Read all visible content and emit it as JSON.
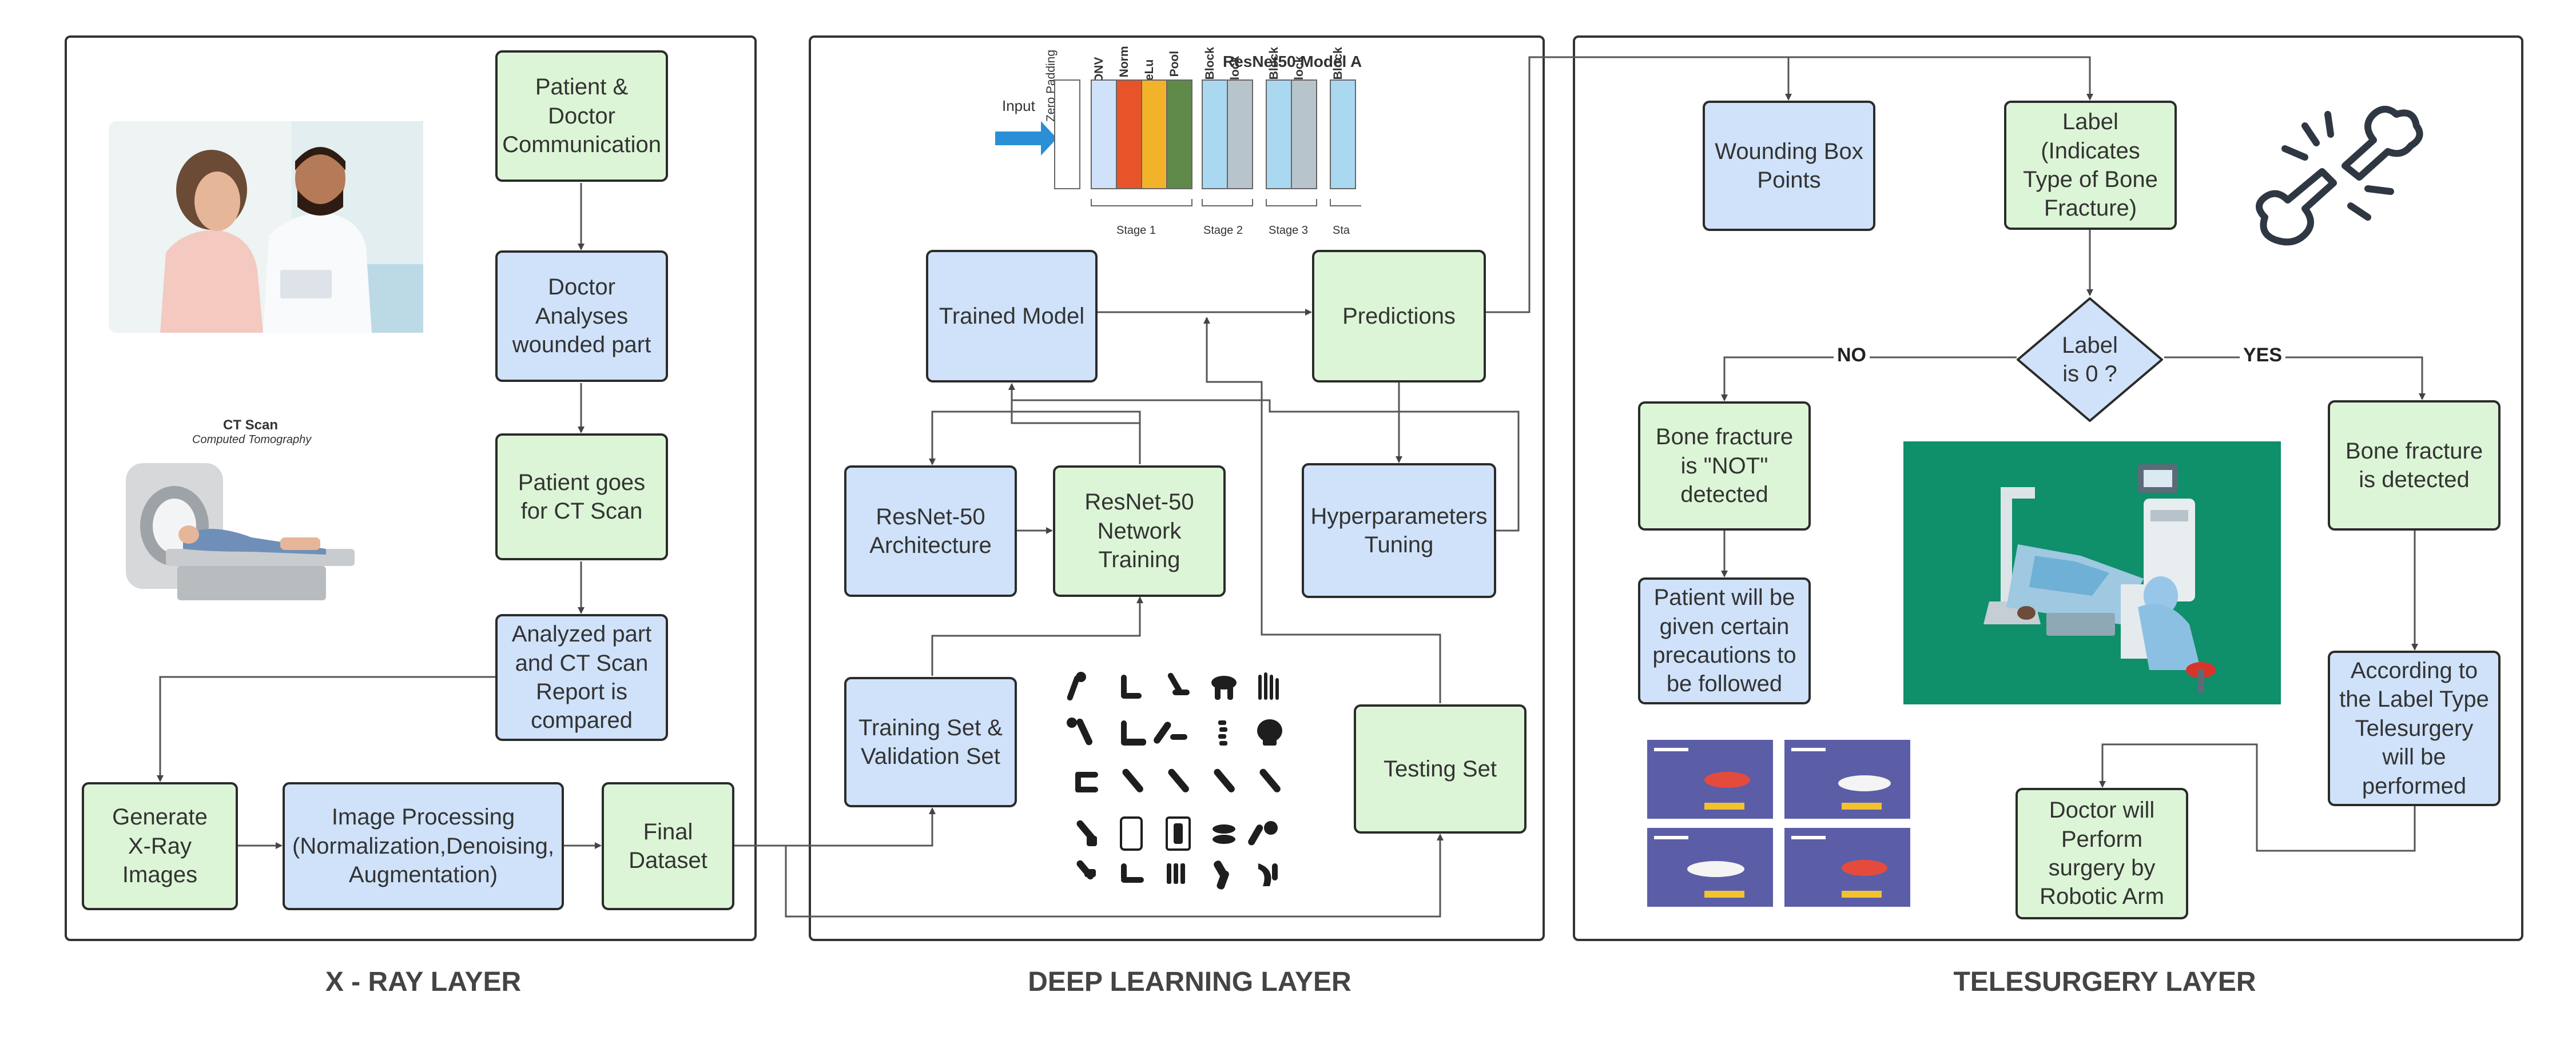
{
  "layers": {
    "xray": "X - RAY  LAYER",
    "deep": "DEEP LEARNING LAYER",
    "tele": "TELESURGERY LAYER"
  },
  "nodes": {
    "communication": "Patient &\nDoctor\nCommunication",
    "analyses": "Doctor\nAnalyses\nwounded part",
    "ctscan": "Patient goes\nfor CT Scan",
    "compared": "Analyzed part\nand CT Scan\nReport is\ncompared",
    "generate": "Generate\nX-Ray\nImages",
    "processing": "Image Processing\n(Normalization,Denoising,\nAugmentation)",
    "final": "Final\nDataset",
    "trained": "Trained Model",
    "predictions": "Predictions",
    "architecture": "ResNet-50\nArchitecture",
    "training": "ResNet-50\nNetwork\nTraining",
    "hyper": "Hyperparameters\nTuning",
    "trainset": "Training Set &\nValidation Set",
    "testset": "Testing Set",
    "boxpoints": "Wounding Box\nPoints",
    "label": "Label\n(Indicates\nType of Bone\nFracture)",
    "decision": "Label\nis 0 ?",
    "notdetected": "Bone fracture\nis \"NOT\"\ndetected",
    "precautions": "Patient will be\ngiven certain\nprecautions to\nbe followed",
    "detected": "Bone fracture\nis detected",
    "telesurgery": "According to\nthe Label Type\nTelesurgery\nwill be\nperformed",
    "robotic": "Doctor will\nPerform\nsurgery by\nRobotic Arm"
  },
  "edge_labels": {
    "no": "NO",
    "yes": "YES"
  },
  "ct_caption": {
    "title": "CT Scan",
    "subtitle": "Computed Tomography"
  },
  "resnet": {
    "title": "ResNet50 Model A",
    "input": "Input",
    "blocks": [
      "Zero Padding",
      "CONV",
      "Batch Norm",
      "ReLu",
      "Max Pool",
      "Conv Block",
      "ID Block",
      "Conv Block",
      "ID Block",
      "Conv Block"
    ],
    "stages": [
      "Stage 1",
      "Stage 2",
      "Stage 3",
      "Sta"
    ]
  },
  "colors": {
    "green": "#dcf5d6",
    "blue": "#cfe2fa",
    "or_teal": "#0f8f6a",
    "firstaid": "#5b5ea6"
  },
  "icons": {
    "bone": "broken-bone-icon",
    "xray_grid": "bone-xray-icons",
    "surgery": "robotic-surgery-illustration",
    "firstaid": "first-aid-posters"
  }
}
